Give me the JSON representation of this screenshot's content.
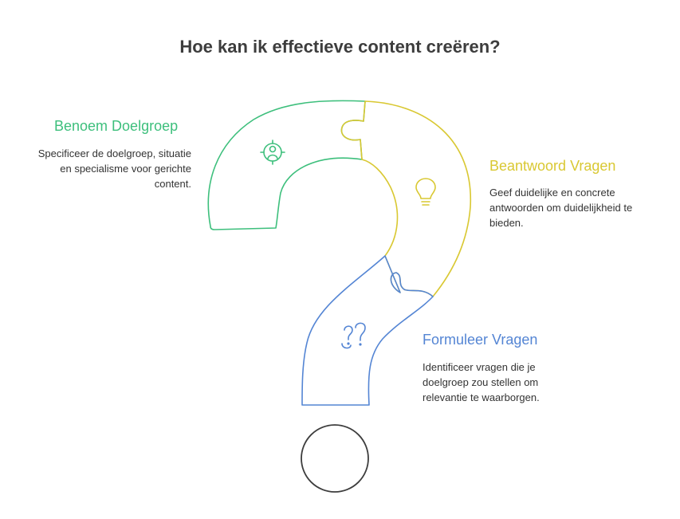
{
  "title": "Hoe kan ik effectieve content creëren?",
  "colors": {
    "green": "#3dbf7c",
    "yellow": "#d9c832",
    "blue": "#5485d4",
    "dark": "#3d3d3d"
  },
  "steps": [
    {
      "heading": "Benoem Doelgroep",
      "text": "Specificeer de doelgroep, situatie en specialisme voor gerichte content.",
      "icon": "target-person-icon"
    },
    {
      "heading": "Beantwoord Vragen",
      "text": "Geef duidelijke en concrete antwoorden om duidelijkheid te bieden.",
      "icon": "lightbulb-icon"
    },
    {
      "heading": "Formuleer Vragen",
      "text": "Identificeer vragen die je doelgroep zou stellen om relevantie te waarborgen.",
      "icon": "question-marks-icon"
    }
  ]
}
